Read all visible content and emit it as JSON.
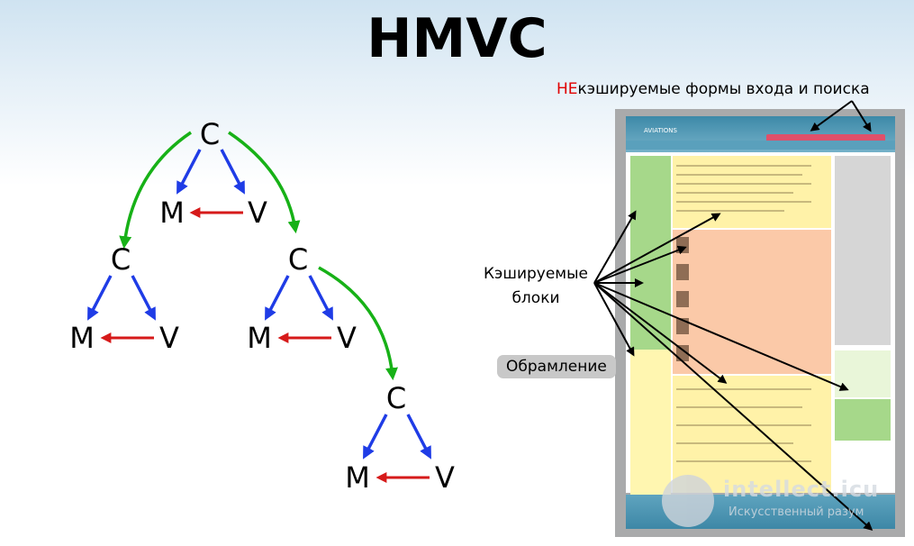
{
  "title": "HMVC",
  "nodes": {
    "controller": "C",
    "model": "M",
    "view": "V"
  },
  "callouts": {
    "forms_prefix": "НЕ",
    "forms_rest": "кэшируемые формы входа и поиска",
    "cached_line1": "Кэшируемые",
    "cached_line2": "блоки",
    "frame": "Обрамление"
  },
  "site": {
    "logo": "AVIATIONS"
  },
  "watermark": {
    "name": "intellect.icu",
    "sub": "Искусственный разум"
  },
  "colors": {
    "controller_to_child": "#17b117",
    "controller_to_mv": "#1f3ce6",
    "view_to_model": "#d61a1a",
    "forms_highlight": "#e00000"
  }
}
